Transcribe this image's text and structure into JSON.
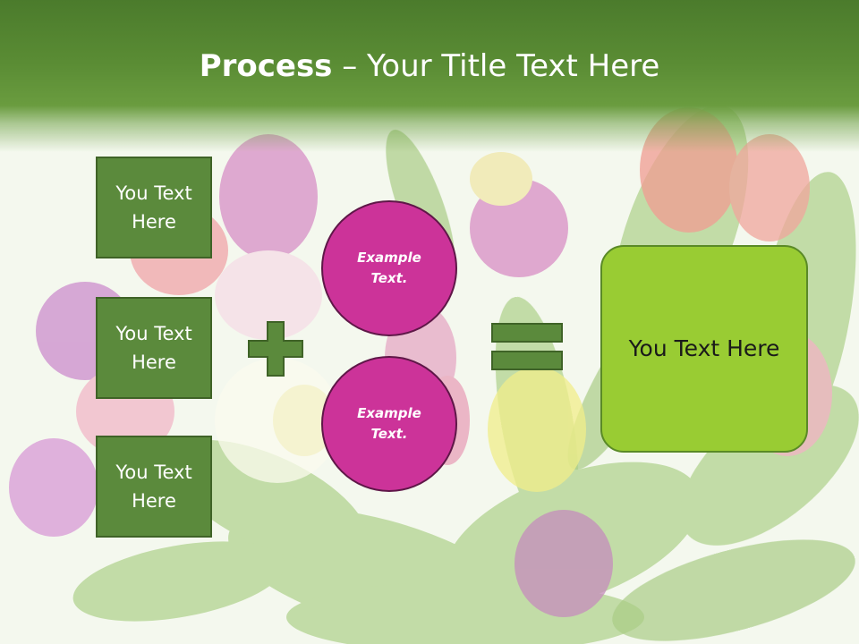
{
  "slide": {
    "title_bold": "Process",
    "title_rest": " – Your Title Text Here"
  },
  "left_boxes": [
    {
      "label": "You Text Here"
    },
    {
      "label": "You Text Here"
    },
    {
      "label": "You Text Here"
    }
  ],
  "circles": [
    {
      "label": "Example Text."
    },
    {
      "label": "Example Text."
    }
  ],
  "result": {
    "label": "You Text Here"
  },
  "colors": {
    "title_band": "#5a8c34",
    "box_fill": "#5b8a3c",
    "circle_fill": "#cc3399",
    "result_fill": "#99cc33",
    "operator_fill": "#5b8a3c"
  }
}
